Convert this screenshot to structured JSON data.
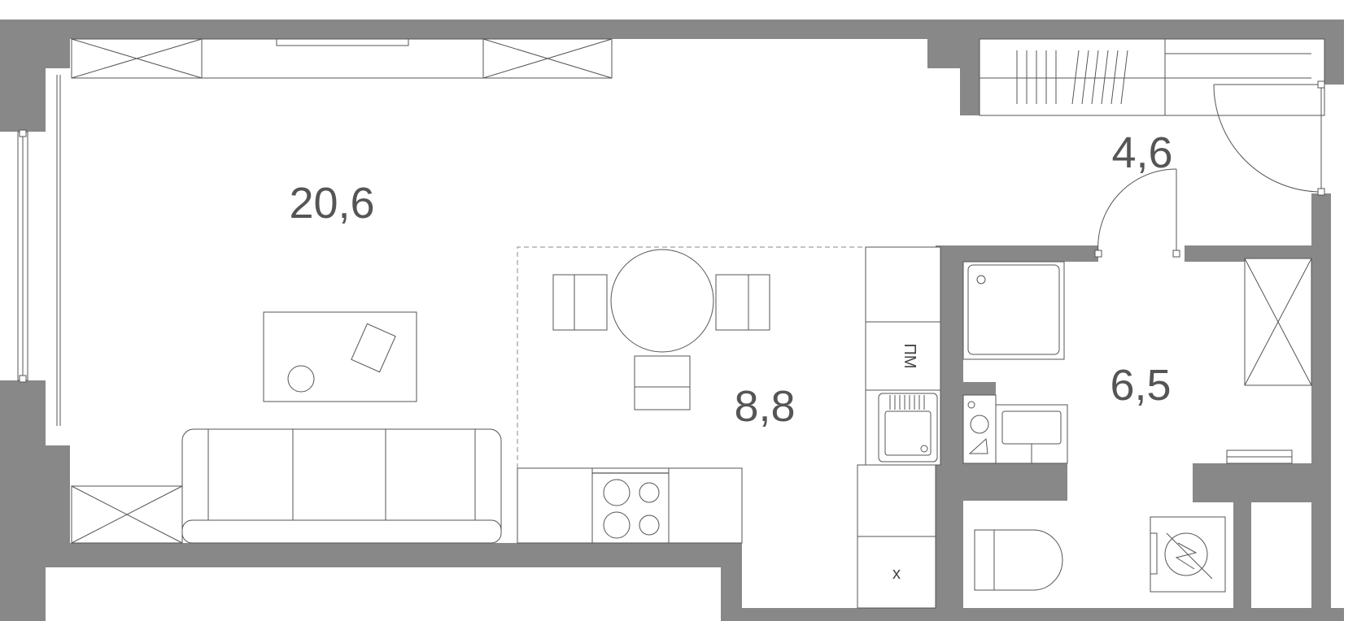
{
  "rooms": {
    "living_area": "20,6",
    "hall_area": "4,6",
    "kitchen_area": "8,8",
    "bathroom_area": "6,5"
  },
  "labels": {
    "fridge": "ПМ",
    "appliance": "x"
  },
  "colors": {
    "wall": "#888888",
    "line": "#555555",
    "text": "#555555"
  }
}
